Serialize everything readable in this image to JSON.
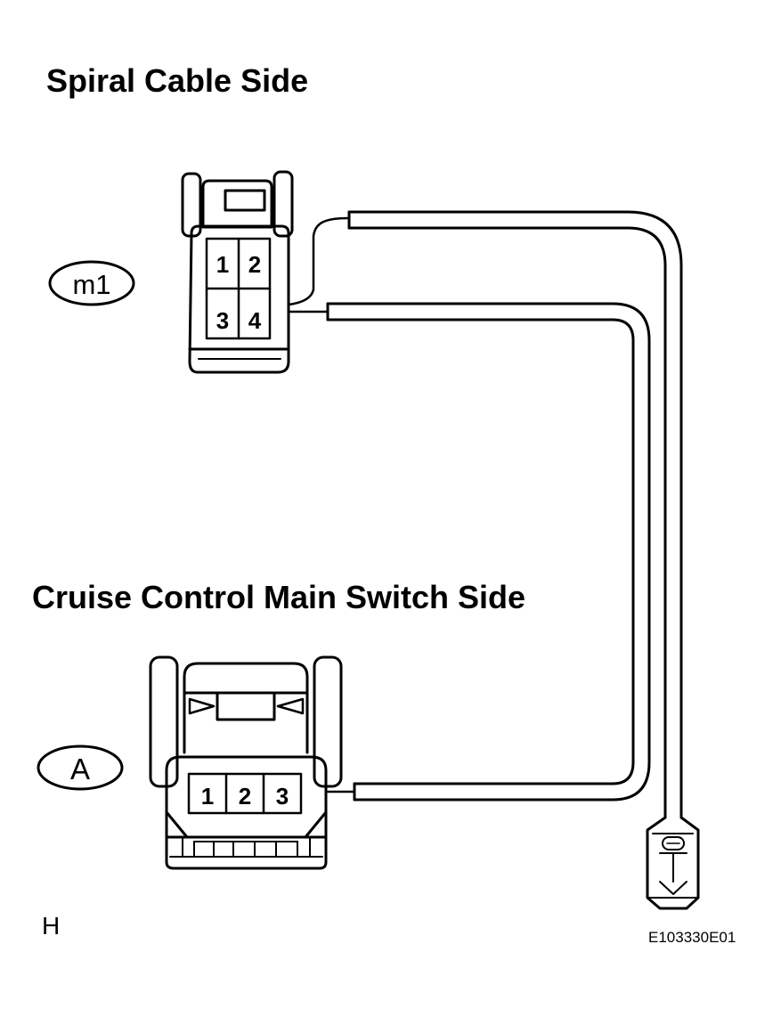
{
  "headings": {
    "spiral_cable_side": "Spiral Cable Side",
    "cruise_main_switch_side": "Cruise Control  Main Switch Side"
  },
  "connectors": {
    "spiral": {
      "tag": "m1",
      "pins": [
        "1",
        "2",
        "3",
        "4"
      ]
    },
    "main_switch": {
      "tag": "A",
      "pins": [
        "1",
        "2",
        "3"
      ]
    }
  },
  "footer": {
    "mark": "H",
    "figure_code": "E103330E01"
  }
}
